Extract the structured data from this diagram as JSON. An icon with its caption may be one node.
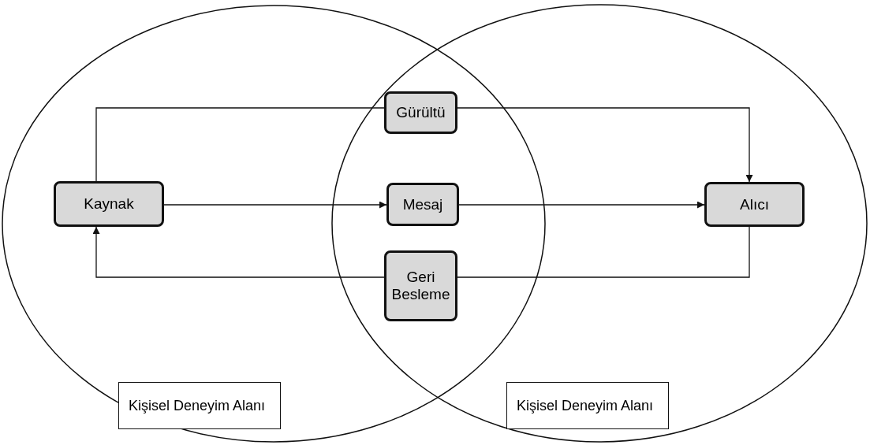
{
  "diagram": {
    "nodes": [
      {
        "text": [],
        "shape": "ellipse"
      },
      {
        "text": [
          "Kaynak"
        ],
        "in": 0
      },
      {
        "text": [
          "Kişisel Deneyim Alanı"
        ],
        "in": 0
      },
      {
        "text": [],
        "shape": "ellipse"
      },
      {
        "text": [
          "Alıcı"
        ],
        "in": 3
      },
      {
        "text": [
          "Kişisel Deneyim Alanı"
        ],
        "in": 3
      },
      {
        "text": [
          "Gürültü"
        ]
      },
      {
        "text": [
          "Mesaj"
        ]
      },
      {
        "text": [
          "Geri Besleme"
        ]
      }
    ],
    "edges": [
      {
        "from": 1,
        "to": 7,
        "arrow": "to"
      },
      {
        "from": 7,
        "to": 4,
        "arrow": "to"
      },
      {
        "from": 1,
        "to": 6,
        "arrow": "none"
      },
      {
        "from": 6,
        "to": 4,
        "arrow": "to"
      },
      {
        "from": 4,
        "to": 8,
        "arrow": "none"
      },
      {
        "from": 8,
        "to": 1,
        "arrow": "to"
      }
    ]
  }
}
